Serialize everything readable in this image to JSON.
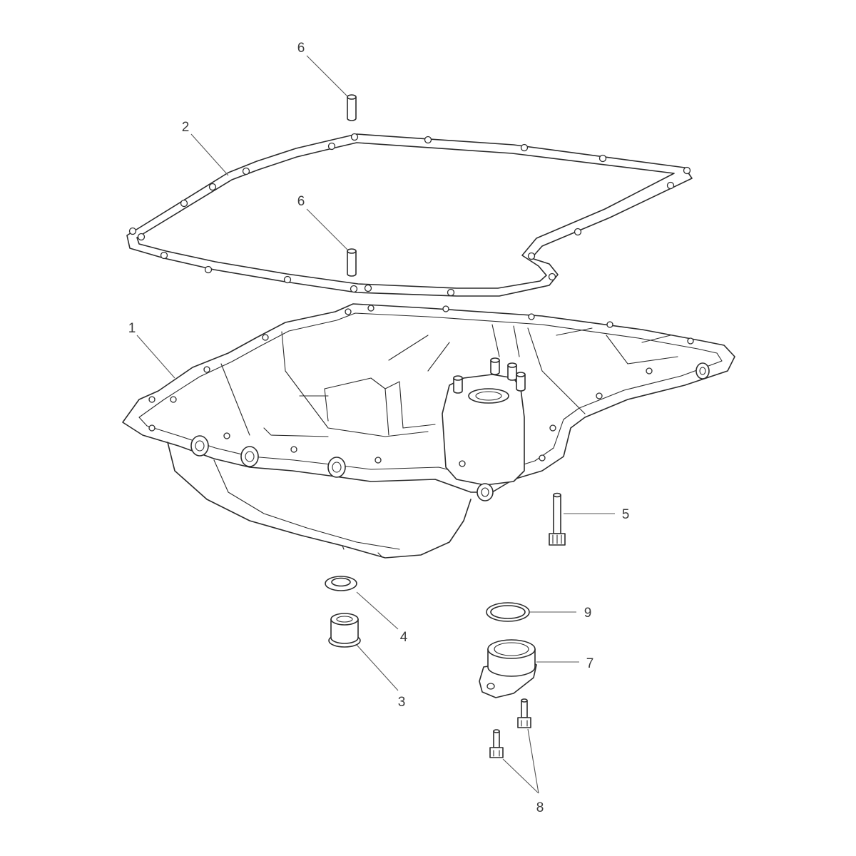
{
  "callouts": {
    "c1": "1",
    "c2": "2",
    "c3": "3",
    "c4": "4",
    "c5": "5",
    "c6_top": "6",
    "c6_bottom": "6",
    "c7": "7",
    "c8": "8",
    "c9": "9"
  },
  "colors": {
    "line": "#2b2b2b",
    "leader": "#555555",
    "label": "#3a3a3a",
    "background": "#ffffff"
  }
}
